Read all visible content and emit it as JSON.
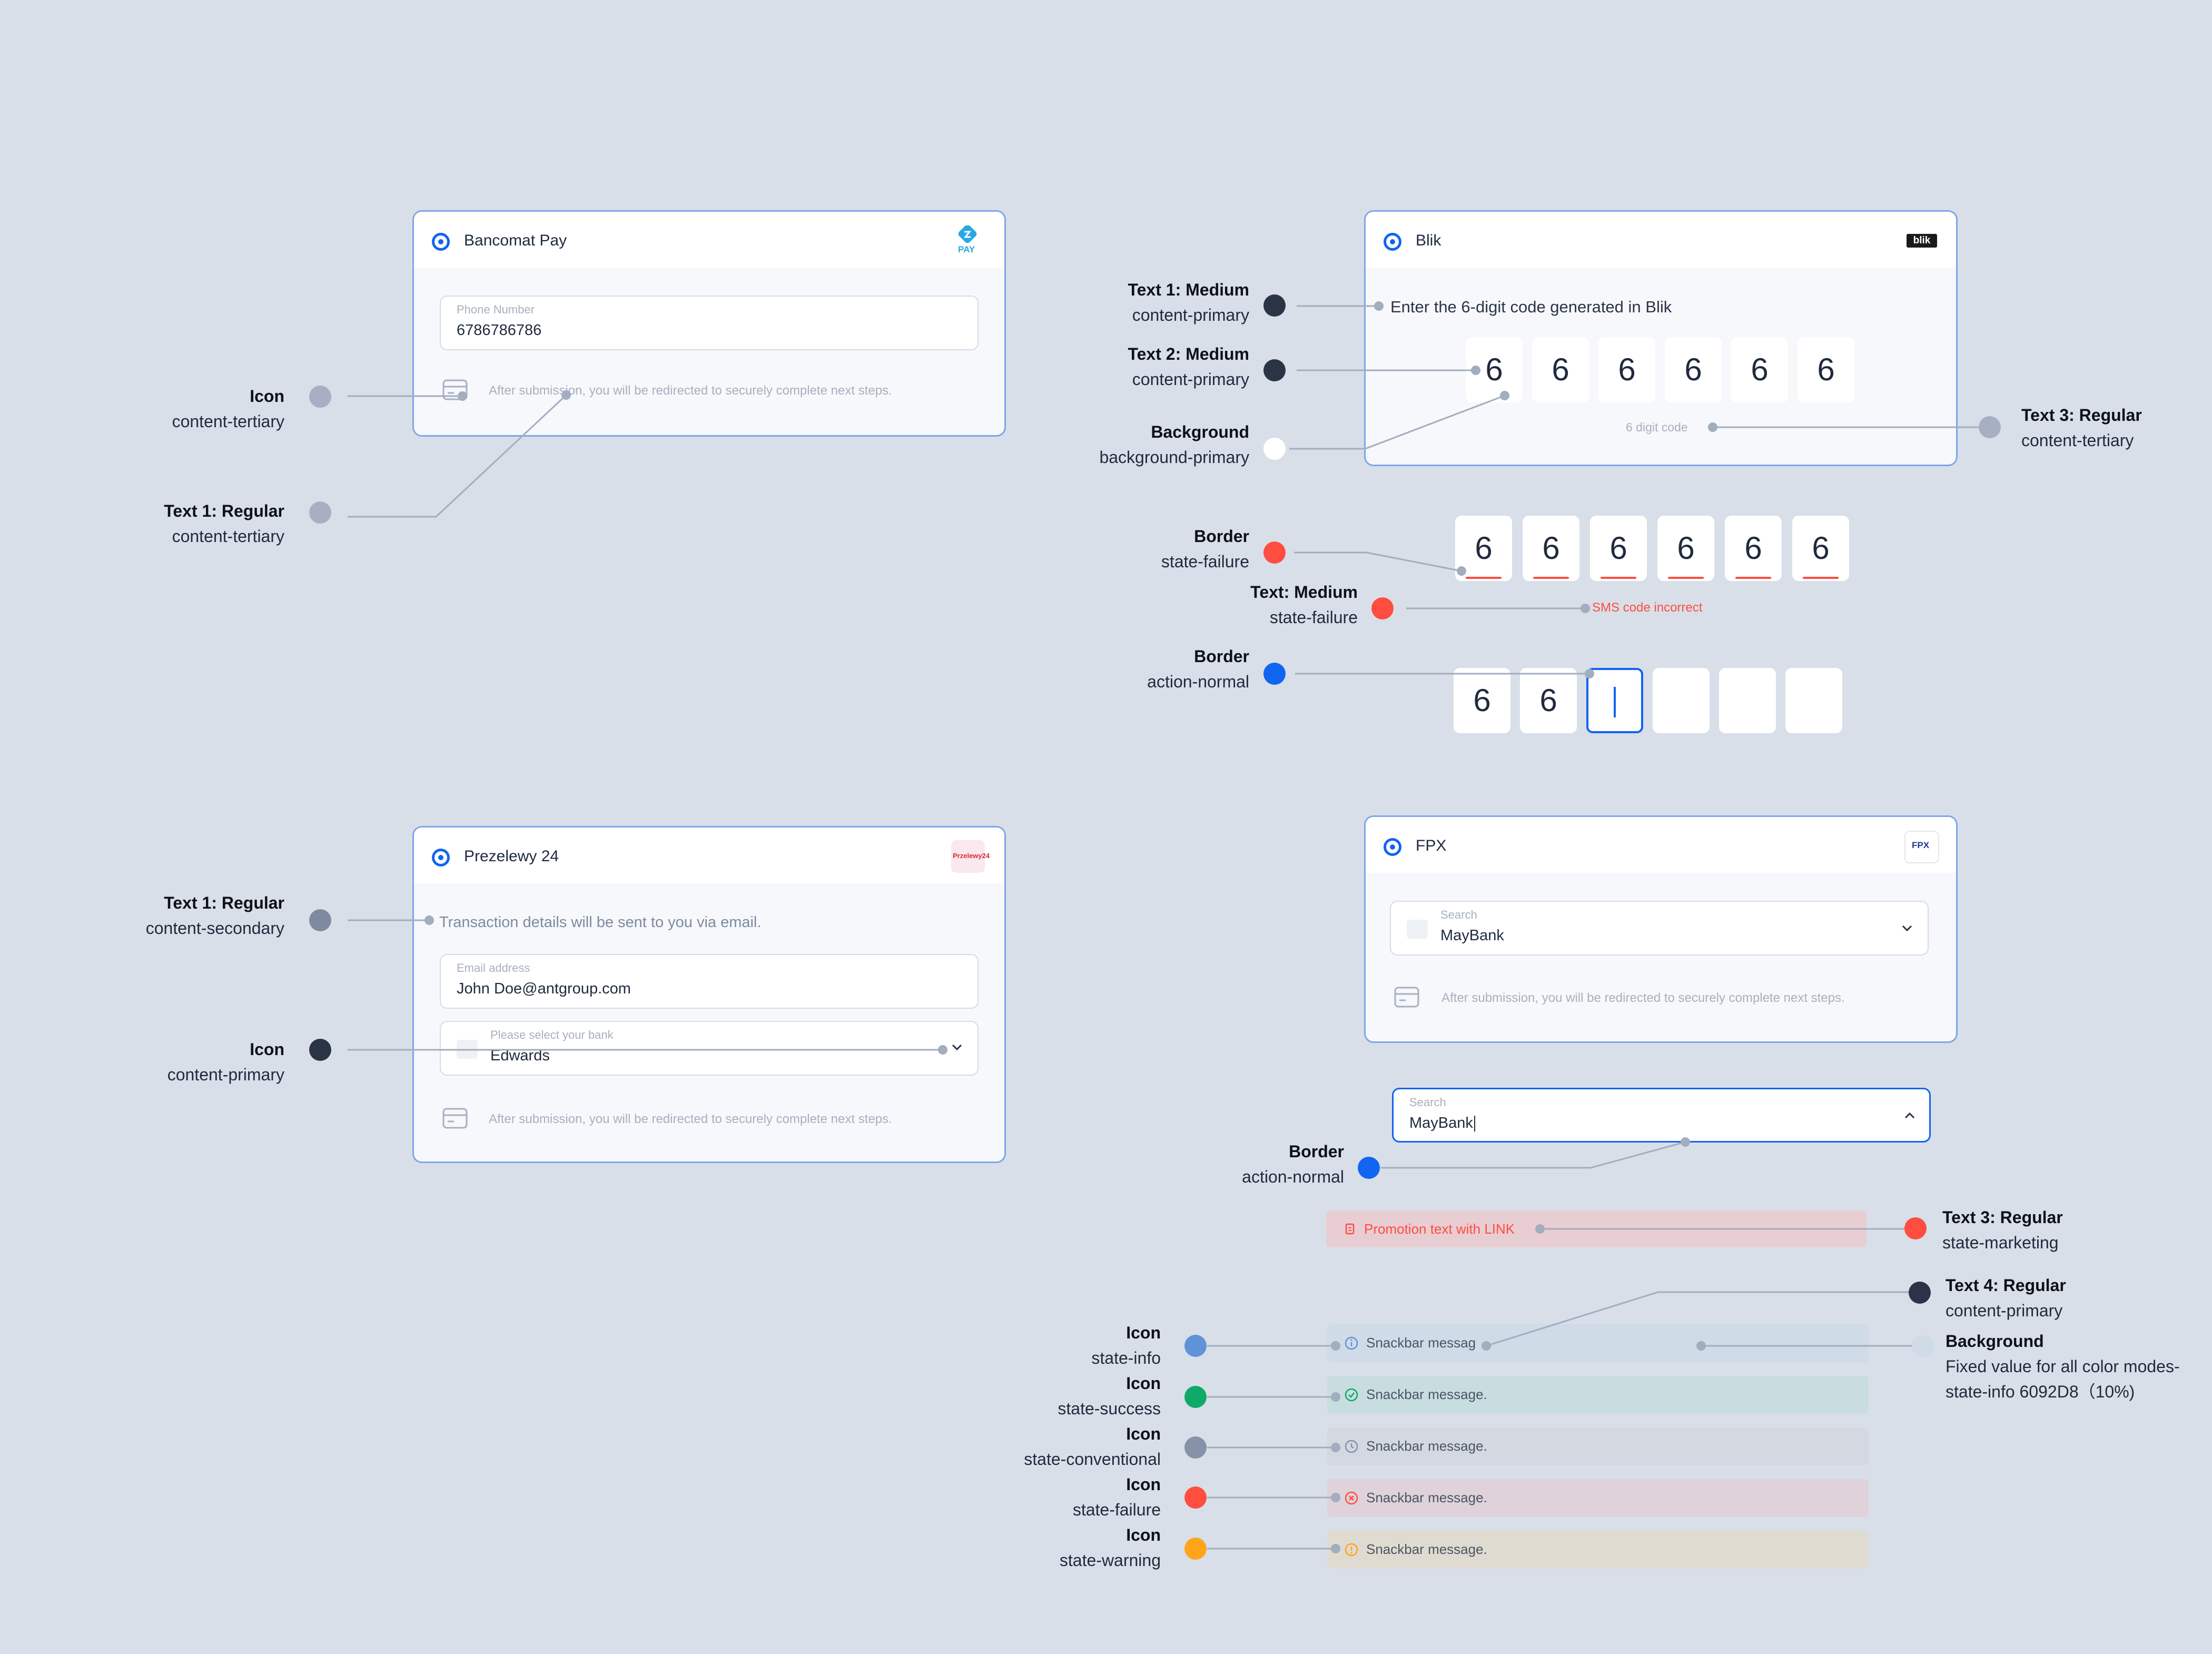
{
  "colors": {
    "action_normal": "#1165f0",
    "content_primary": "#2b3447",
    "content_secondary": "#7e8aa0",
    "content_tertiary": "#a7b0c2",
    "state_failure": "#ff4d3f",
    "state_info": "#6092d8",
    "state_success": "#0fa968",
    "state_conventional": "#8592a8",
    "state_warning": "#ffa41b",
    "state_marketing": "#ff4d3f",
    "background_primary": "#ffffff"
  },
  "bancomat": {
    "title": "Bancomat Pay",
    "logo_icon": "bancomat-pay-logo",
    "logo_text": "PAY",
    "phone_label": "Phone Number",
    "phone_value": "6786786786",
    "hint": "After submission, you will be redirected to securely complete next steps.",
    "ann": {
      "icon_bold": "Icon",
      "icon_sub": "content-tertiary",
      "text1_bold": "Text 1: Regular",
      "text1_sub": "content-tertiary"
    }
  },
  "blik": {
    "title": "Blik",
    "logo_text": "blik",
    "prompt": "Enter the 6-digit code generated in Blik",
    "digits": [
      "6",
      "6",
      "6",
      "6",
      "6",
      "6"
    ],
    "digits_caption": "6 digit code",
    "error_digits": [
      "6",
      "6",
      "6",
      "6",
      "6",
      "6"
    ],
    "error_text": "SMS code incorrect",
    "active_digits": [
      "6",
      "6",
      "",
      "",
      "",
      ""
    ],
    "ann": {
      "t1_bold": "Text 1: Medium",
      "t1_sub": "content-primary",
      "t2_bold": "Text 2: Medium",
      "t2_sub": "content-primary",
      "bg_bold": "Background",
      "bg_sub": "background-primary",
      "t3_bold": "Text 3: Regular",
      "t3_sub": "content-tertiary",
      "border_fail_bold": "Border",
      "border_fail_sub": "state-failure",
      "text_fail_bold": "Text: Medium",
      "text_fail_sub": "state-failure",
      "border_action_bold": "Border",
      "border_action_sub": "action-normal"
    }
  },
  "przelewy": {
    "title": "Prezelewy 24",
    "logo_text": "Przelewy24",
    "info": "Transaction details will be sent to you via email.",
    "email_label": "Email address",
    "email_value": "John Doe@antgroup.com",
    "bank_label": "Please select your bank",
    "bank_value": "Edwards",
    "hint": "After submission, you will be redirected to securely complete next steps.",
    "ann": {
      "t1_bold": "Text 1: Regular",
      "t1_sub": "content-secondary",
      "icon_bold": "Icon",
      "icon_sub": "content-primary"
    }
  },
  "fpx": {
    "title": "FPX",
    "logo_text": "FPX",
    "search_label": "Search",
    "search_value": "MayBank",
    "hint": "After submission, you will be redirected to securely complete next steps.",
    "active_label": "Search",
    "active_value": "MayBank",
    "promo": "Promotion text with LINK",
    "snackbars": [
      {
        "text": "Snackbar messag",
        "icon": "info-icon"
      },
      {
        "text": "Snackbar message.",
        "icon": "check-circle-icon"
      },
      {
        "text": "Snackbar message.",
        "icon": "clock-icon"
      },
      {
        "text": "Snackbar message.",
        "icon": "x-circle-icon"
      },
      {
        "text": "Snackbar message.",
        "icon": "warning-icon"
      }
    ],
    "ann": {
      "border_bold": "Border",
      "border_sub": "action-normal",
      "t3_bold": "Text 3: Regular",
      "t3_sub": "state-marketing",
      "t4_bold": "Text 4: Regular",
      "t4_sub": "content-primary",
      "bg_bold": "Background",
      "bg_sub1": "Fixed value for all color modes-",
      "bg_sub2": "state-info 6092D8（10%)",
      "info_bold": "Icon",
      "info_sub": "state-info",
      "success_bold": "Icon",
      "success_sub": "state-success",
      "conv_bold": "Icon",
      "conv_sub": "state-conventional",
      "fail_bold": "Icon",
      "fail_sub": "state-failure",
      "warn_bold": "Icon",
      "warn_sub": "state-warning"
    }
  }
}
